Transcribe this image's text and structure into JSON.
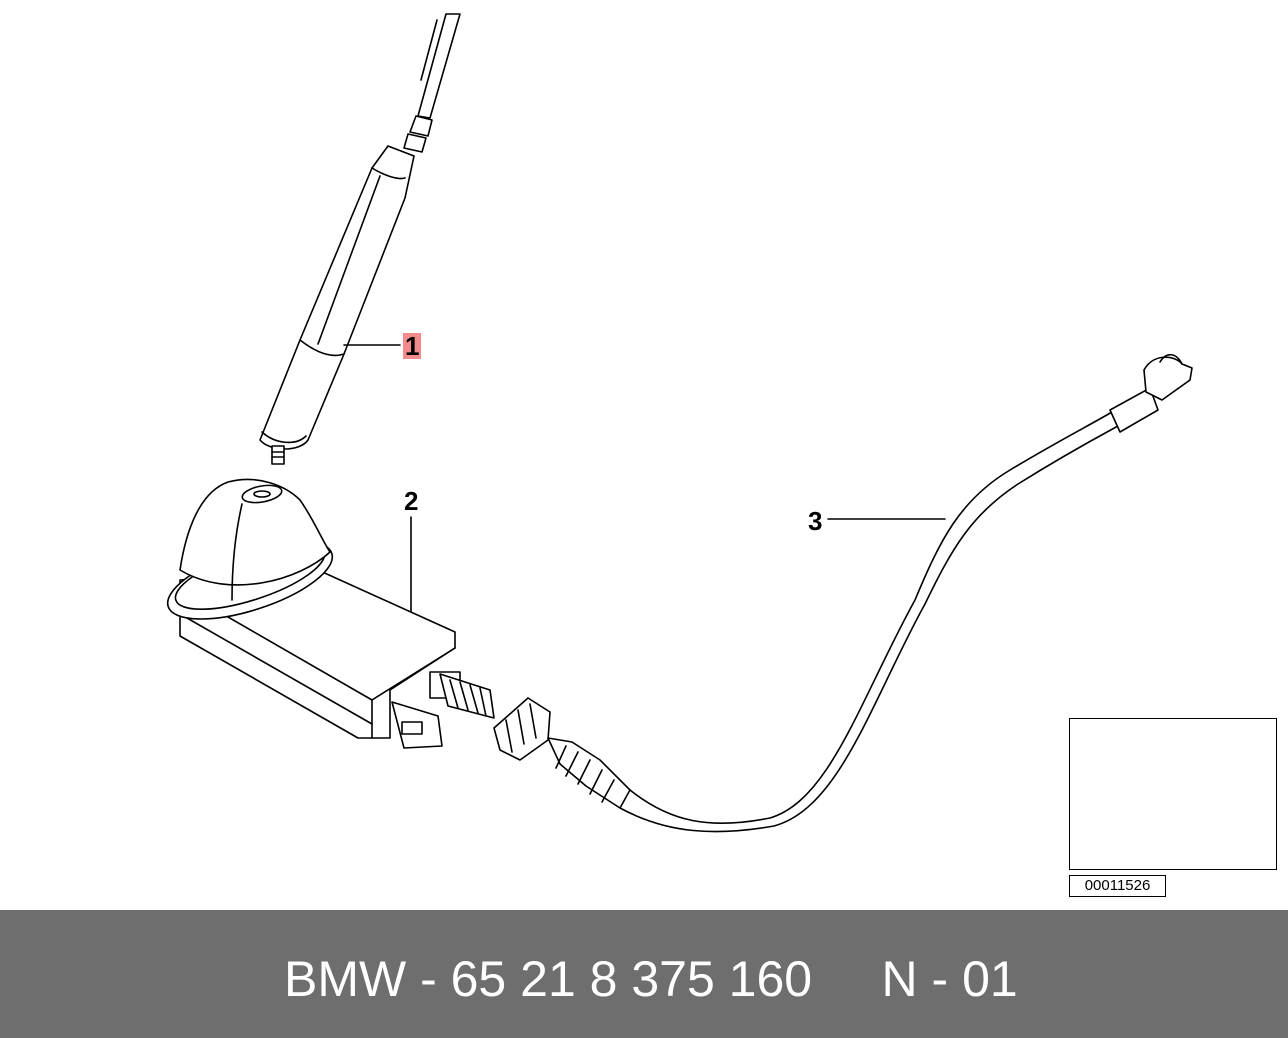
{
  "callouts": [
    {
      "id": "1",
      "label": "1",
      "highlight_color": "#f28b8b"
    },
    {
      "id": "2",
      "label": "2"
    },
    {
      "id": "3",
      "label": "3"
    }
  ],
  "locator": {
    "code": "00011526",
    "marker_color": "#000000"
  },
  "footer": {
    "text": "BMW - 65 21 8 375 160     N - 01",
    "background": "#6e6e6e",
    "text_color": "#ffffff"
  },
  "icons": [
    "antenna-mast-icon",
    "antenna-base-amplifier-icon",
    "antenna-cable-icon",
    "car-locator-icon"
  ]
}
